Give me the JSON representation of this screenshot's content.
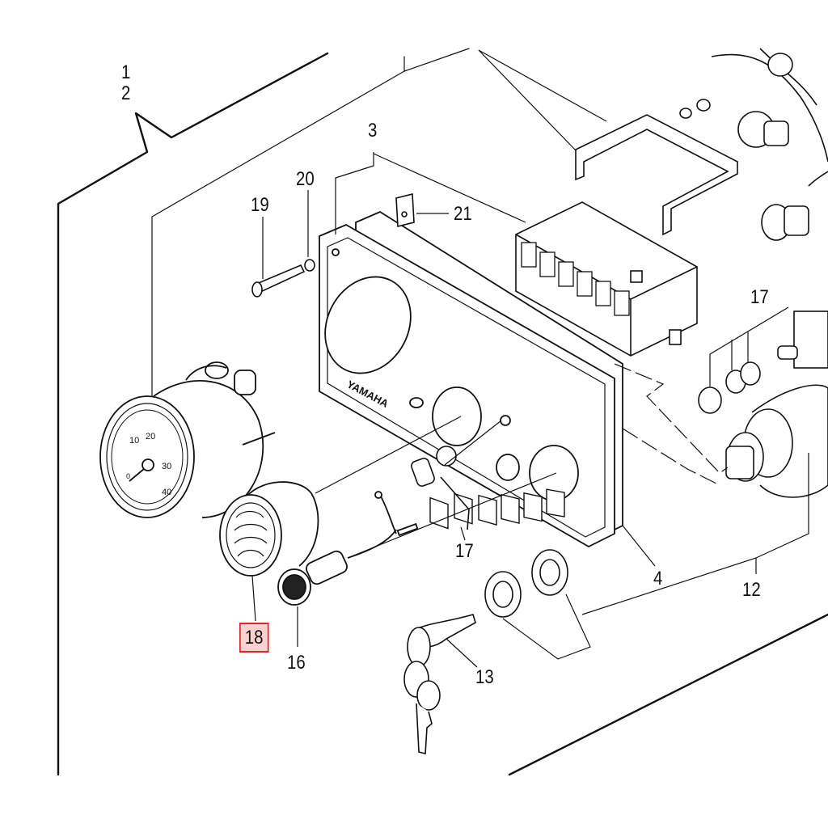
{
  "diagram": {
    "title": "Instrument panel / meter assembly exploded view",
    "highlighted_part": "18",
    "highlight_color": "#d42a2a",
    "highlight_fill": "#fbd0d0",
    "panel_brand_text": "YAMAHA",
    "gauge_scale_labels": [
      "0",
      "10",
      "20",
      "30",
      "40"
    ],
    "callouts": [
      {
        "id": "1",
        "label": "1"
      },
      {
        "id": "2",
        "label": "2"
      },
      {
        "id": "3",
        "label": "3"
      },
      {
        "id": "4",
        "label": "4"
      },
      {
        "id": "12",
        "label": "12"
      },
      {
        "id": "13",
        "label": "13"
      },
      {
        "id": "16",
        "label": "16"
      },
      {
        "id": "17a",
        "label": "17"
      },
      {
        "id": "17b",
        "label": "17"
      },
      {
        "id": "18",
        "label": "18"
      },
      {
        "id": "19",
        "label": "19"
      },
      {
        "id": "20",
        "label": "20"
      },
      {
        "id": "21",
        "label": "21"
      }
    ]
  }
}
